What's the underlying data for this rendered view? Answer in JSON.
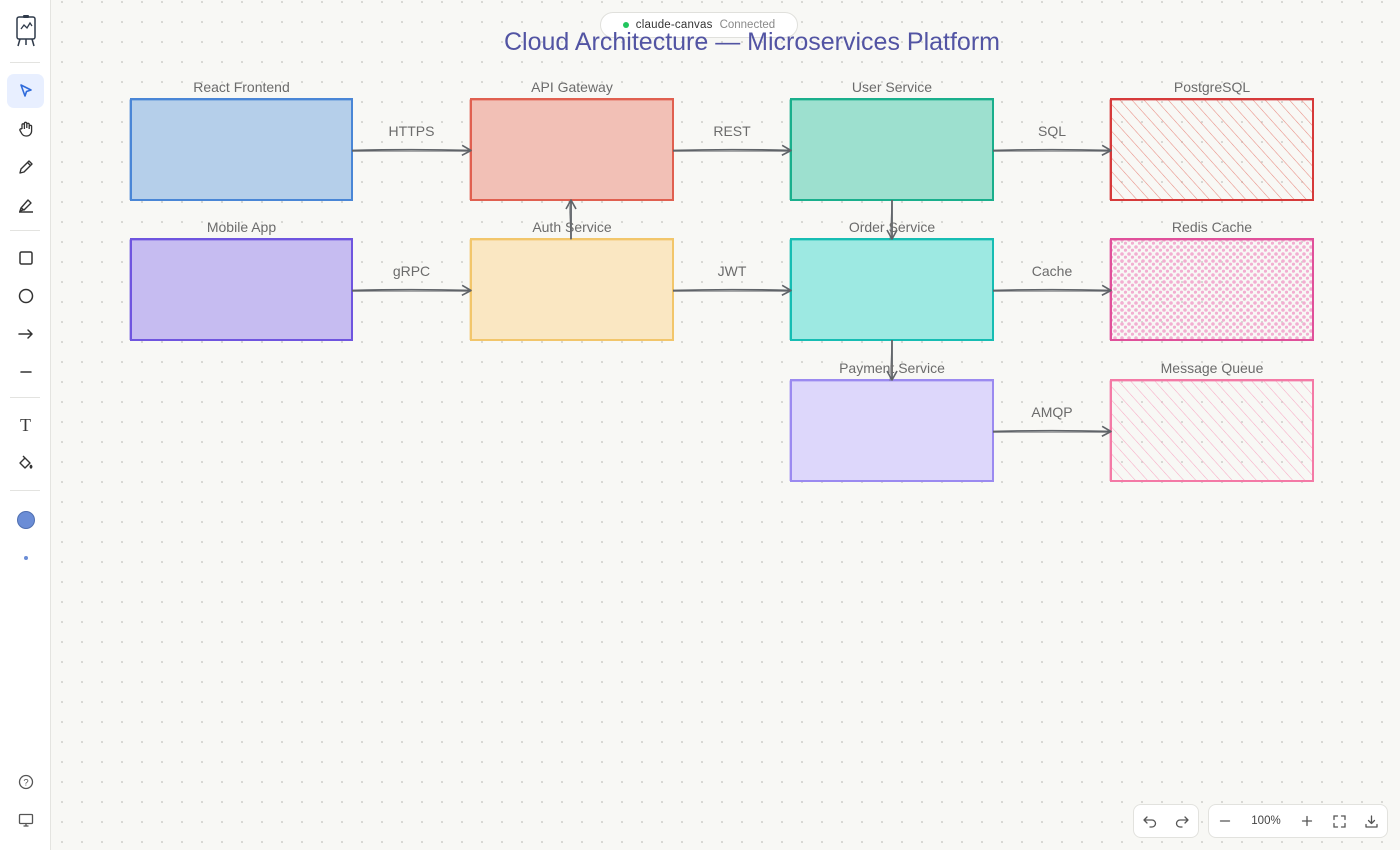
{
  "app": {
    "status_name": "claude-canvas",
    "status_state": "Connected"
  },
  "sidebar": {
    "tools": [
      {
        "id": "logo",
        "icon": "easel-logo-icon"
      },
      {
        "id": "select",
        "icon": "cursor-icon",
        "active": true
      },
      {
        "id": "hand",
        "icon": "hand-icon"
      },
      {
        "id": "pencil",
        "icon": "pencil-icon"
      },
      {
        "id": "highlighter",
        "icon": "highlighter-icon"
      },
      {
        "id": "rectangle",
        "icon": "rectangle-icon"
      },
      {
        "id": "ellipse",
        "icon": "circle-icon"
      },
      {
        "id": "arrow",
        "icon": "arrow-icon"
      },
      {
        "id": "line",
        "icon": "line-icon"
      },
      {
        "id": "text",
        "icon": "text-icon",
        "glyph": "T"
      },
      {
        "id": "fill",
        "icon": "paint-bucket-icon"
      },
      {
        "id": "color",
        "icon": "color-swatch-icon",
        "color": "#6b8dd6"
      },
      {
        "id": "stroke-size",
        "icon": "stroke-size-dot-icon",
        "color": "#6b8dd6"
      },
      {
        "id": "help",
        "icon": "help-icon",
        "glyph": "?"
      },
      {
        "id": "display",
        "icon": "monitor-icon"
      }
    ]
  },
  "canvas": {
    "title": "Cloud Architecture — Microservices Platform",
    "title_color": "#5254a3",
    "nodes": [
      {
        "id": "react",
        "label": "React Frontend",
        "stroke": "#4a86d6",
        "fill": "#b5cfea",
        "fill_style": "solid"
      },
      {
        "id": "gateway",
        "label": "API Gateway",
        "stroke": "#e06050",
        "fill": "#f2c0b6",
        "fill_style": "solid"
      },
      {
        "id": "user",
        "label": "User Service",
        "stroke": "#1aaf8c",
        "fill": "#9de0cf",
        "fill_style": "solid"
      },
      {
        "id": "postgres",
        "label": "PostgreSQL",
        "stroke": "#d63a3a",
        "fill": "#e88a80",
        "fill_style": "hachure"
      },
      {
        "id": "mobile",
        "label": "Mobile App",
        "stroke": "#6f55df",
        "fill": "#c6bcf1",
        "fill_style": "solid"
      },
      {
        "id": "auth",
        "label": "Auth Service",
        "stroke": "#f2c66b",
        "fill": "#fae7c2",
        "fill_style": "solid"
      },
      {
        "id": "order",
        "label": "Order Service",
        "stroke": "#17bdb3",
        "fill": "#9de9e2",
        "fill_style": "solid"
      },
      {
        "id": "redis",
        "label": "Redis Cache",
        "stroke": "#e0509a",
        "fill": "#f2aed1",
        "fill_style": "dots"
      },
      {
        "id": "payment",
        "label": "Payment Service",
        "stroke": "#9b8af0",
        "fill": "#ddd7fb",
        "fill_style": "solid"
      },
      {
        "id": "mq",
        "label": "Message Queue",
        "stroke": "#f47aa6",
        "fill": "#f8a9c4",
        "fill_style": "hachure"
      }
    ],
    "edges": [
      {
        "from": "react",
        "to": "gateway",
        "label": "HTTPS"
      },
      {
        "from": "gateway",
        "to": "user",
        "label": "REST"
      },
      {
        "from": "user",
        "to": "postgres",
        "label": "SQL"
      },
      {
        "from": "mobile",
        "to": "auth",
        "label": "gRPC"
      },
      {
        "from": "auth",
        "to": "order",
        "label": "JWT"
      },
      {
        "from": "order",
        "to": "redis",
        "label": "Cache"
      },
      {
        "from": "payment",
        "to": "mq",
        "label": "AMQP"
      },
      {
        "from": "auth",
        "to": "gateway",
        "label": ""
      },
      {
        "from": "user",
        "to": "order",
        "label": ""
      },
      {
        "from": "order",
        "to": "payment",
        "label": ""
      }
    ],
    "edge_color": "#5f6368"
  },
  "bottom_bar": {
    "undo_icon": "undo-icon",
    "redo_icon": "redo-icon",
    "zoom_out_icon": "minus-icon",
    "zoom_value": "100%",
    "zoom_in_icon": "plus-icon",
    "fit_icon": "fullscreen-icon",
    "export_icon": "download-icon"
  }
}
